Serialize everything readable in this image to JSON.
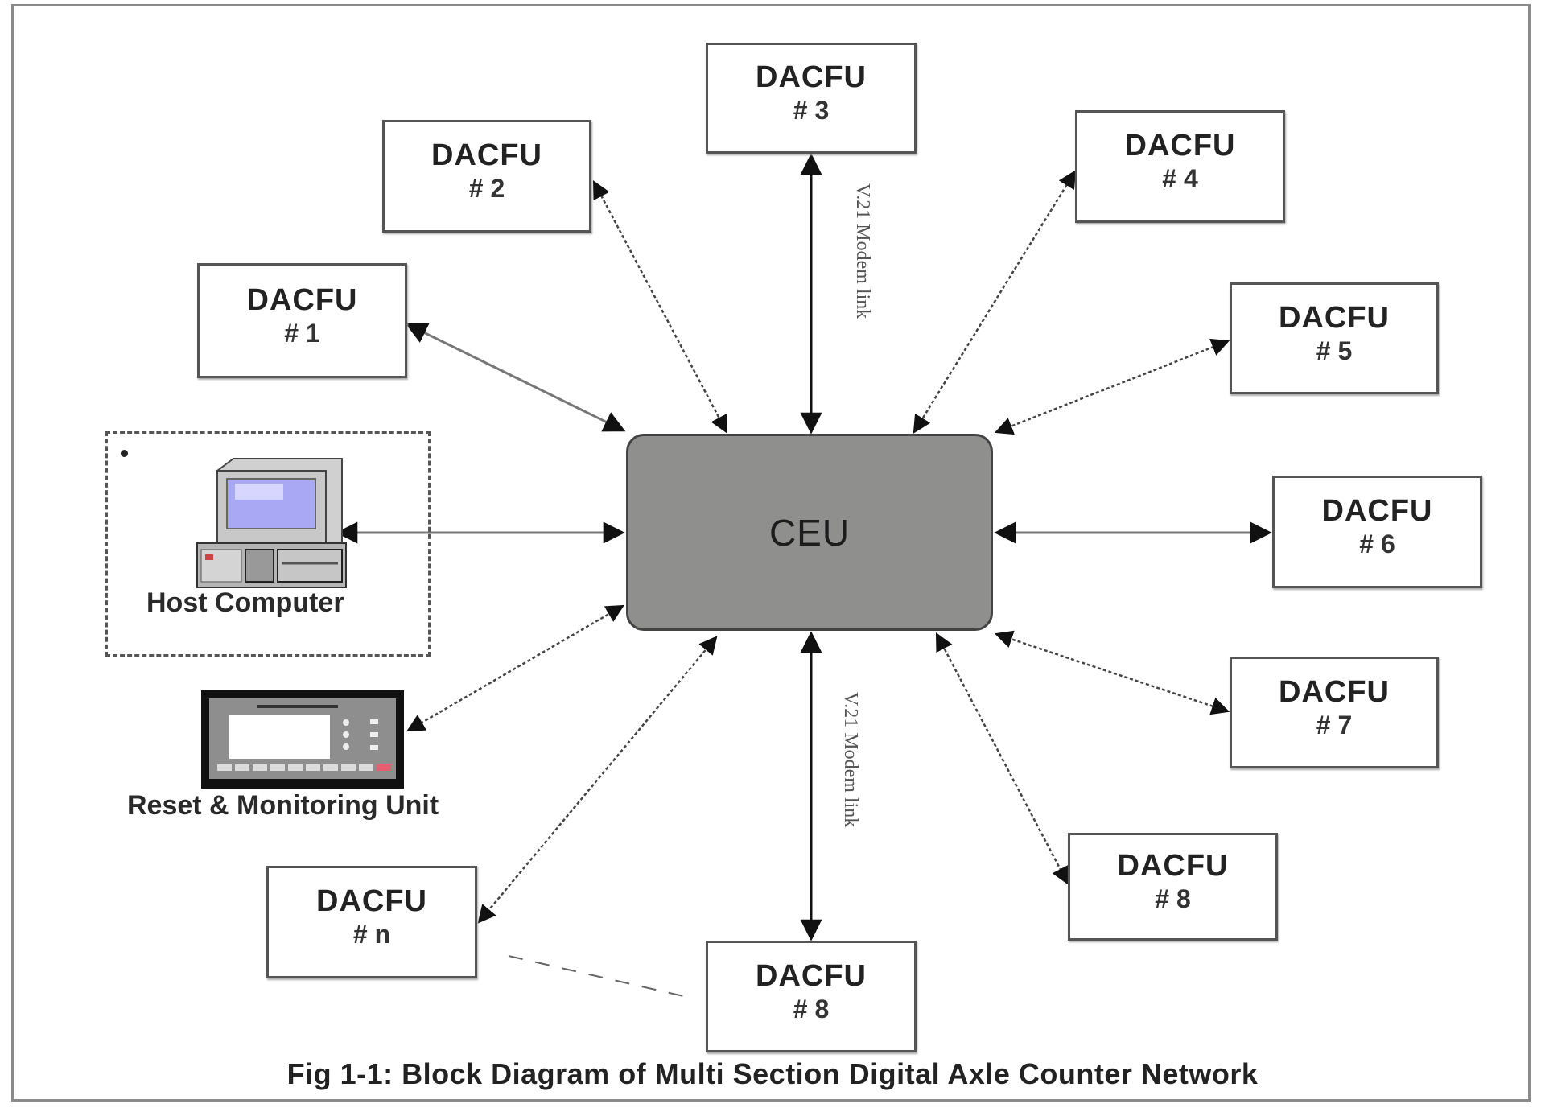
{
  "diagram": {
    "central_unit": {
      "id": "ceu",
      "label": "CEU",
      "fill": "#8f908d"
    },
    "field_units": [
      {
        "id": "dacfu-1",
        "title": "DACFU",
        "number": "# 1"
      },
      {
        "id": "dacfu-2",
        "title": "DACFU",
        "number": "# 2"
      },
      {
        "id": "dacfu-3",
        "title": "DACFU",
        "number": "# 3"
      },
      {
        "id": "dacfu-4",
        "title": "DACFU",
        "number": "# 4"
      },
      {
        "id": "dacfu-5",
        "title": "DACFU",
        "number": "# 5"
      },
      {
        "id": "dacfu-6",
        "title": "DACFU",
        "number": "# 6"
      },
      {
        "id": "dacfu-7",
        "title": "DACFU",
        "number": "# 7"
      },
      {
        "id": "dacfu-8",
        "title": "DACFU",
        "number": "# 8"
      },
      {
        "id": "dacfu-8b",
        "title": "DACFU",
        "number": "# 8"
      },
      {
        "id": "dacfu-n",
        "title": "DACFU",
        "number": "# n"
      }
    ],
    "devices": {
      "host_computer": {
        "label": "Host Computer",
        "marker": "*"
      },
      "reset_monitoring_unit": {
        "label": "Reset & Monitoring Unit"
      }
    },
    "link_labels": {
      "top": "V.21 Modem link",
      "bottom": "V.21 Modem link"
    },
    "connections": [
      {
        "from": "ceu",
        "to": "dacfu-1",
        "style": "solid-gray",
        "bidirectional": true
      },
      {
        "from": "ceu",
        "to": "dacfu-2",
        "style": "dotted",
        "bidirectional": true
      },
      {
        "from": "ceu",
        "to": "dacfu-3",
        "style": "solid",
        "bidirectional": true,
        "label": "top"
      },
      {
        "from": "ceu",
        "to": "dacfu-4",
        "style": "dotted",
        "bidirectional": true
      },
      {
        "from": "ceu",
        "to": "dacfu-5",
        "style": "dotted",
        "bidirectional": true
      },
      {
        "from": "ceu",
        "to": "dacfu-6",
        "style": "solid-gray",
        "bidirectional": true
      },
      {
        "from": "ceu",
        "to": "dacfu-7",
        "style": "dotted",
        "bidirectional": true
      },
      {
        "from": "ceu",
        "to": "dacfu-8",
        "style": "dotted",
        "bidirectional": true
      },
      {
        "from": "ceu",
        "to": "dacfu-8b",
        "style": "solid",
        "bidirectional": true,
        "label": "bottom"
      },
      {
        "from": "ceu",
        "to": "dacfu-n",
        "style": "dotted",
        "bidirectional": true
      },
      {
        "from": "ceu",
        "to": "host_computer",
        "style": "solid-gray",
        "bidirectional": true
      },
      {
        "from": "ceu",
        "to": "reset_monitoring_unit",
        "style": "dotted",
        "bidirectional": true
      },
      {
        "from": "dacfu-n",
        "to": "dacfu-8b",
        "style": "dashed",
        "bidirectional": false
      }
    ],
    "caption": "Fig 1-1: Block Diagram of Multi Section Digital Axle Counter Network"
  }
}
